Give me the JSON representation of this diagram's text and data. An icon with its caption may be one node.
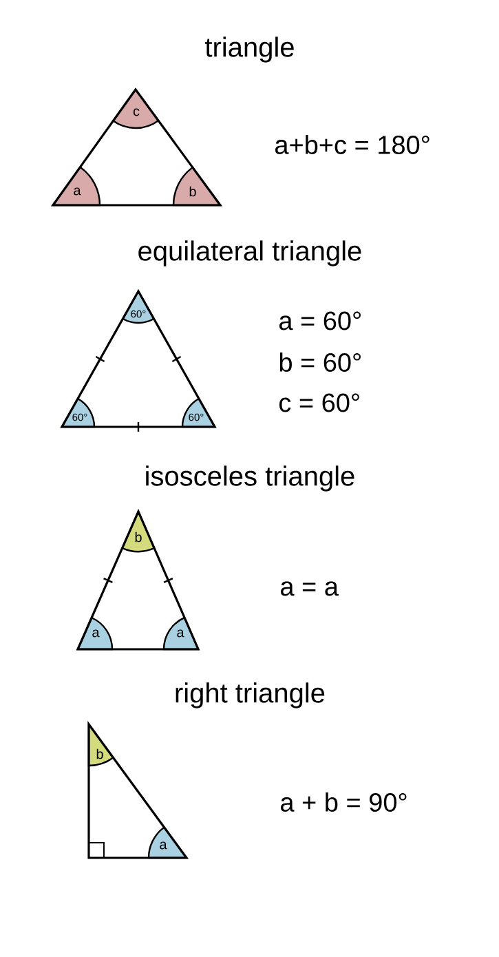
{
  "diagram": {
    "labels": [
      "triangle",
      "c",
      "a",
      "b",
      "a+b+c = 180°",
      "equilateral triangle",
      "60°",
      "60°",
      "60°",
      "a = 60°",
      "b = 60°",
      "c = 60°",
      "isosceles triangle",
      "b",
      "a",
      "a",
      "a = a",
      "right triangle",
      "b",
      "a",
      "a + b = 90°"
    ]
  }
}
